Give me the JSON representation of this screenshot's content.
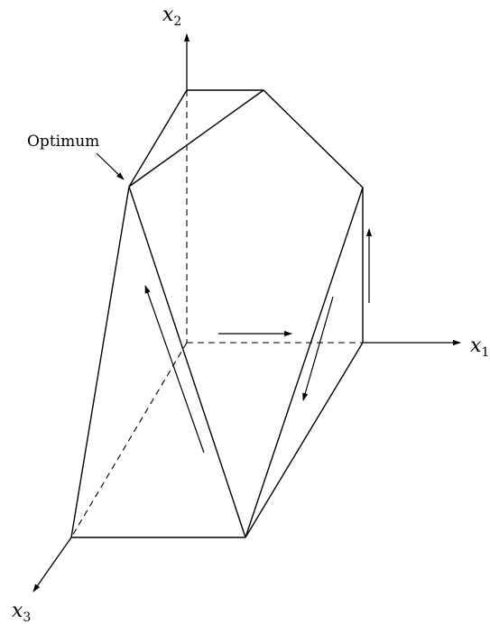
{
  "axes": {
    "x1": {
      "symbol": "x",
      "subscript": "1"
    },
    "x2": {
      "symbol": "x",
      "subscript": "2"
    },
    "x3": {
      "symbol": "x",
      "subscript": "3"
    }
  },
  "annotations": {
    "optimum_label": "Optimum"
  }
}
